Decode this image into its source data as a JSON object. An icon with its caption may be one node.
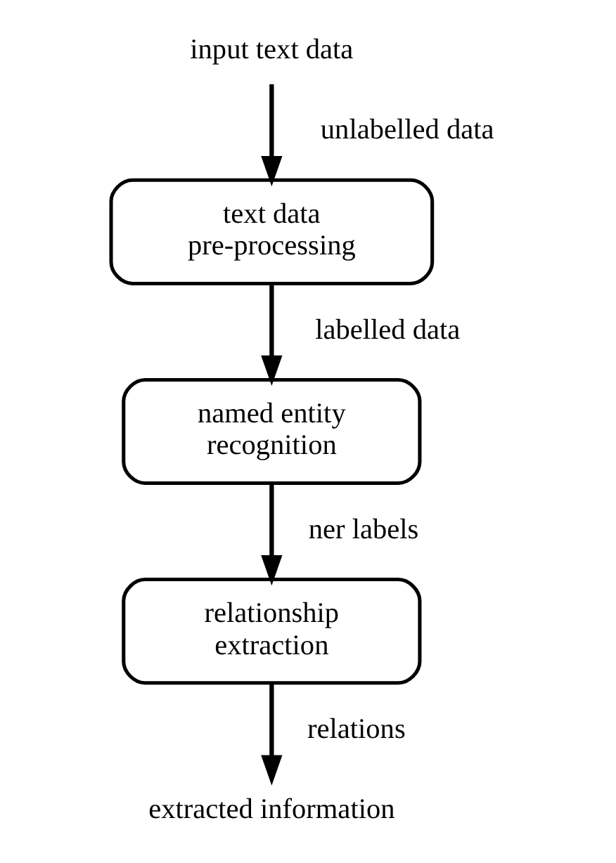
{
  "diagram": {
    "nodes": [
      {
        "text": [
          "input text data"
        ]
      },
      {
        "text": [
          "text data pre-processing"
        ]
      },
      {
        "text": [
          "named entity recognition"
        ]
      },
      {
        "text": [
          "relationship extraction"
        ]
      },
      {
        "text": [
          "extracted information"
        ]
      }
    ],
    "edges": [
      {
        "from": 0,
        "to": 1,
        "arrow": "to",
        "label": "unlabelled data"
      },
      {
        "from": 1,
        "to": 2,
        "arrow": "to",
        "label": "labelled data"
      },
      {
        "from": 2,
        "to": 3,
        "arrow": "to",
        "label": "ner labels"
      },
      {
        "from": 3,
        "to": 4,
        "arrow": "to",
        "label": "relations"
      }
    ]
  }
}
